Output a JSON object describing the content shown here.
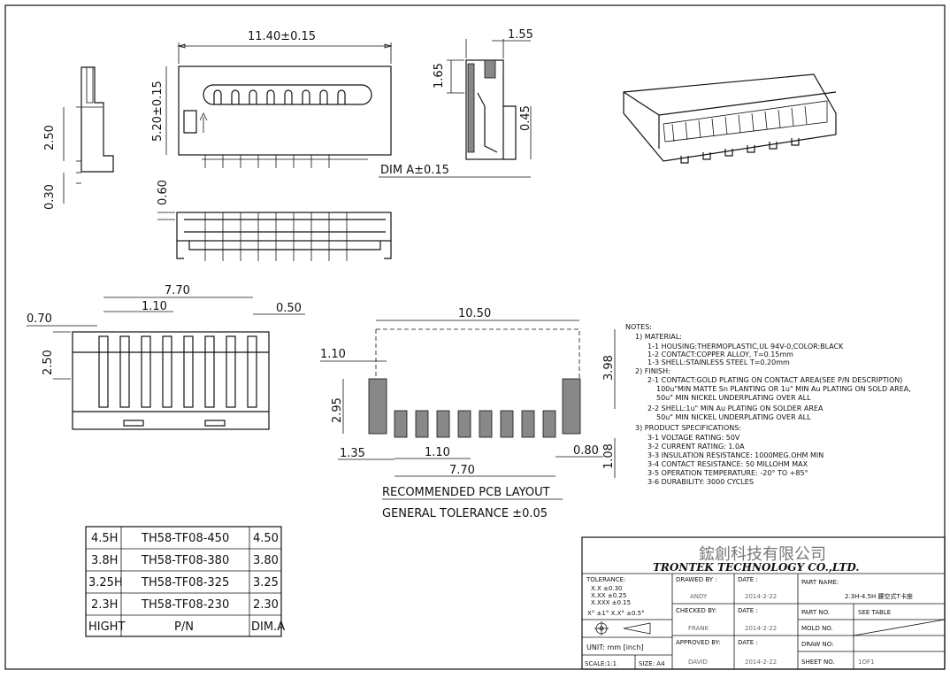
{
  "dimensions": {
    "width_top": "11.40±0.15",
    "height_front": "5.20±0.15",
    "side_width": "1.55",
    "side_165": "1.65",
    "side_045": "0.45",
    "dim_a": "DIM A±0.15",
    "left_250": "2.50",
    "left_030": "0.30",
    "bottom_060": "0.60",
    "plan_770": "7.70",
    "plan_110": "1.10",
    "plan_070": "0.70",
    "plan_050": "0.50",
    "plan_250": "2.50",
    "pcb_1050": "10.50",
    "pcb_110_left": "1.10",
    "pcb_398": "3.98",
    "pcb_295": "2.95",
    "pcb_135": "1.35",
    "pcb_110_bottom": "1.10",
    "pcb_080": "0.80",
    "pcb_108": "1.08",
    "pcb_770": "7.70"
  },
  "pcb_layout": {
    "title": "RECOMMENDED PCB LAYOUT",
    "tolerance": "GENERAL TOLERANCE ±0.05"
  },
  "notes": {
    "header": "NOTES:",
    "lines": [
      "1) MATERIAL:",
      "1-1 HOUSING:THERMOPLASTIC,UL 94V-0,COLOR:BLACK",
      "1-2 CONTACT:COPPER ALLOY, T=0.15mm",
      "1-3 SHELL:STAINLESS STEEL T=0.20mm",
      "2) FINISH:",
      "2-1 CONTACT:GOLD PLATING ON CONTACT AREA(SEE P/N DESCRIPTION)",
      "100u\"MIN MATTE Sn PLANTING OR 1u\" MIN Au PLATING ON SOLD AREA,",
      "50u\" MIN NICKEL UNDERPLATING OVER ALL",
      "2-2 SHELL:1u\" MIN Au PLATING ON SOLDER AREA",
      "50u\" MIN NICKEL UNDERPLATING OVER ALL",
      "3) PRODUCT SPECIFICATIONS:",
      "3-1 VOLTAGE RATING: 50V",
      "3-2 CURRENT RATING: 1.0A",
      "3-3 INSULATION RESISTANCE: 1000MEG.OHM MIN",
      "3-4 CONTACT RESISTANCE: 50 MILLOHM MAX",
      "3-5 OPERATION TEMPERATURE: -20° TO +85°",
      "3-6 DURABILITY: 3000 CYCLES"
    ]
  },
  "parts_table": {
    "rows": [
      [
        "4.5H",
        "TH58-TF08-450",
        "4.50"
      ],
      [
        "3.8H",
        "TH58-TF08-380",
        "3.80"
      ],
      [
        "3.25H",
        "TH58-TF08-325",
        "3.25"
      ],
      [
        "2.3H",
        "TH58-TF08-230",
        "2.30"
      ]
    ],
    "header": [
      "HIGHT",
      "P/N",
      "DIM.A"
    ]
  },
  "title_block": {
    "company_cn": "鋐創科技有限公司",
    "company_en": "TRONTEK TECHNOLOGY CO.,LTD.",
    "tolerance_label": "TOLERANCE:",
    "tol_1": "X.X   ±0.30",
    "tol_2": "X.XX  ±0.25",
    "tol_3": "X.XXX ±0.15",
    "tol_angle": "X° ±1°   X.X° ±0.5°",
    "unit": "UNIT: mm [inch]",
    "scale": "SCALE:1:1",
    "size": "SIZE: A4",
    "drawn_by_label": "DRAWED BY :",
    "drawn_by": "ANDY",
    "checked_by_label": "CHECKED BY:",
    "checked_by": "FRANK",
    "approved_by_label": "APPROVED BY:",
    "approved_by": "DAVID",
    "date_label": "DATE :",
    "date_1": "2014-2-22",
    "date_2": "2014-2-22",
    "date_3": "2014-2-22",
    "part_name_label": "PART NAME:",
    "part_name": "2.3H-4.5H 腰空式T卡座",
    "part_no_label": "PART NO.",
    "part_no": "SEE TABLE",
    "mold_no_label": "MOLD NO.",
    "draw_no_label": "DRAW NO:",
    "sheet_no_label": "SHEET NO.",
    "sheet_no": "1OF1"
  }
}
